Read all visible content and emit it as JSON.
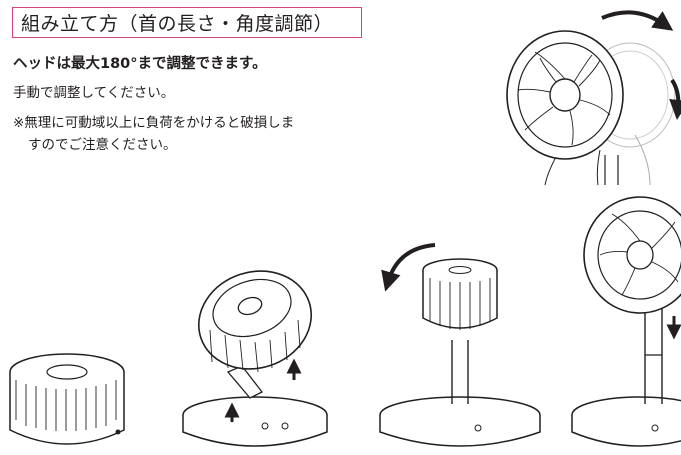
{
  "title": "組み立て方（首の長さ・角度調節）",
  "headline": "ヘッドは最大180°まで調整できます。",
  "instructions": {
    "line1": "手動で調整してください。",
    "note_line1": "※無理に可動域以上に負荷をかけると破損しま",
    "note_line2": "すのでご注意ください。"
  },
  "colors": {
    "accent": "#d6447f",
    "ink": "#231f20"
  },
  "illustrations": [
    {
      "name": "fan-folded",
      "icon": "fan-icon"
    },
    {
      "name": "fan-head-tilted",
      "icon": "fan-icon"
    },
    {
      "name": "fan-raised",
      "icon": "fan-icon"
    },
    {
      "name": "fan-fully-extended",
      "icon": "fan-icon"
    },
    {
      "name": "fan-head-rotation-detail",
      "icon": "fan-icon"
    }
  ]
}
